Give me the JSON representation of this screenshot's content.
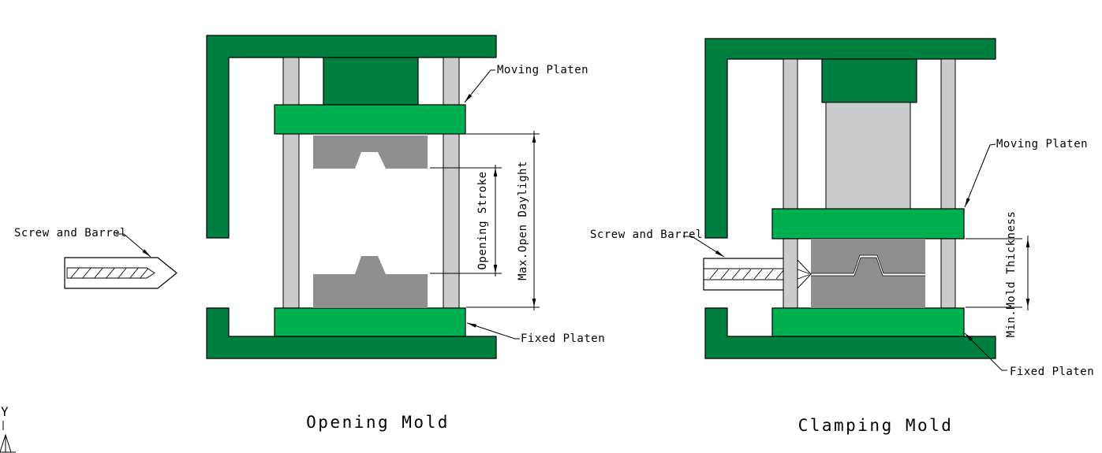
{
  "figure": {
    "left": {
      "title": "Opening Mold",
      "moving_platen_label": "Moving Platen",
      "fixed_platen_label": "Fixed Platen",
      "screw_barrel_label": "Screw and Barrel",
      "opening_stroke_label": "Opening Stroke",
      "max_open_daylight_label": "Max.Open Daylight"
    },
    "right": {
      "title": "Clamping Mold",
      "moving_platen_label": "Moving Platen",
      "fixed_platen_label": "Fixed Platen",
      "screw_barrel_label": "Screw and Barrel",
      "min_mold_thickness_label": "Min.Mold Thickness"
    },
    "ucs": {
      "y_axis_label": "Y"
    },
    "colors": {
      "frame_dark_green": "#008040",
      "platen_light_green": "#00B050",
      "mold_gray": "#8F8F8F",
      "tie_bar_gray": "#CBCBCB",
      "outline_black": "#000000"
    }
  }
}
